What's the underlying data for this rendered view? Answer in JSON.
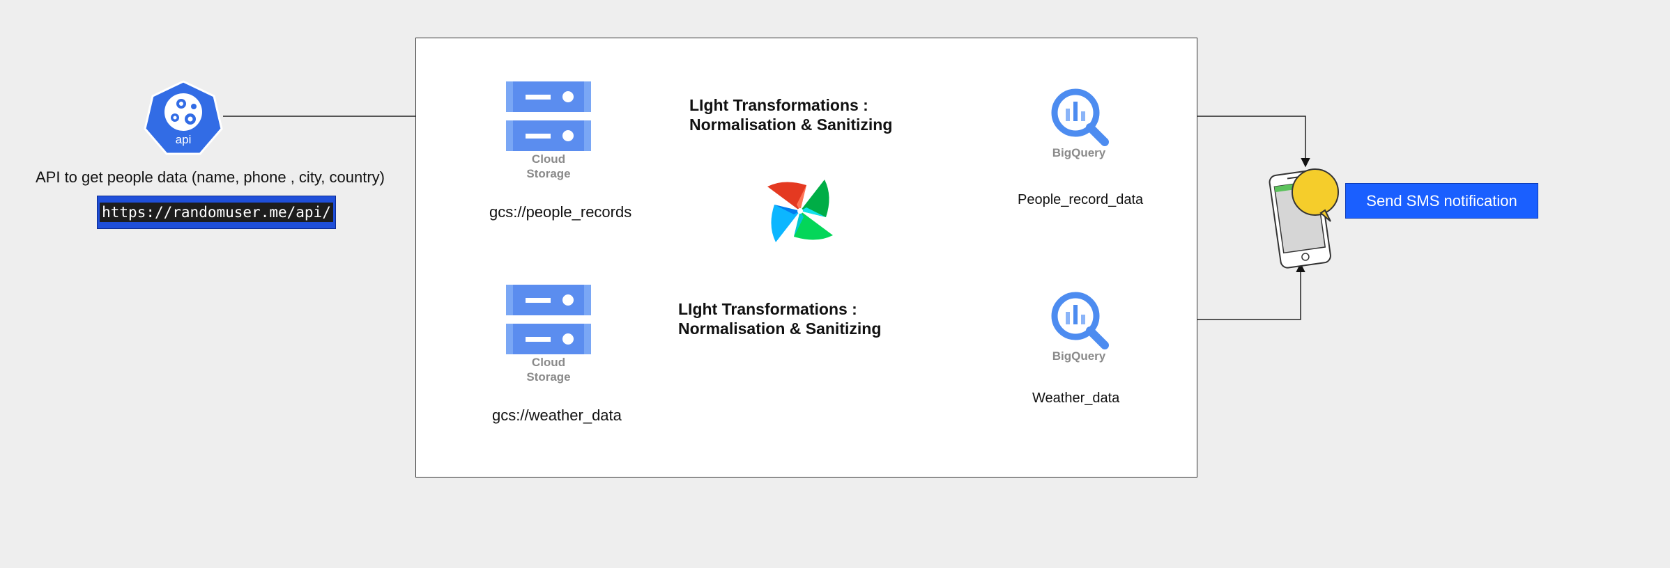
{
  "api": {
    "icon_text": "api",
    "description": "API to get people data (name, phone , city, country)",
    "url": "https://randomuser.me/api/"
  },
  "pipelines": [
    {
      "storage_caption_line1": "Cloud",
      "storage_caption_line2": "Storage",
      "bucket": "gcs://people_records",
      "transform_line1": "LIght Transformations :",
      "transform_line2": "Normalisation & Sanitizing",
      "warehouse_caption": "BigQuery",
      "table": "People_record_data"
    },
    {
      "storage_caption_line1": "Cloud",
      "storage_caption_line2": "Storage",
      "bucket": "gcs://weather_data",
      "transform_line1": "LIght Transformations :",
      "transform_line2": "Normalisation & Sanitizing",
      "warehouse_caption": "BigQuery",
      "table": "Weather_data"
    }
  ],
  "notification": {
    "button_label": "Send SMS notification"
  },
  "colors": {
    "background": "#eeeeee",
    "api_hex": "#326ce5",
    "storage_blue": "#7aa7f5",
    "bigquery_blue": "#4d8cf0",
    "sms_button": "#1a5fff",
    "url_box": "#1f4fd9",
    "bubble_yellow": "#f5cd2b"
  }
}
